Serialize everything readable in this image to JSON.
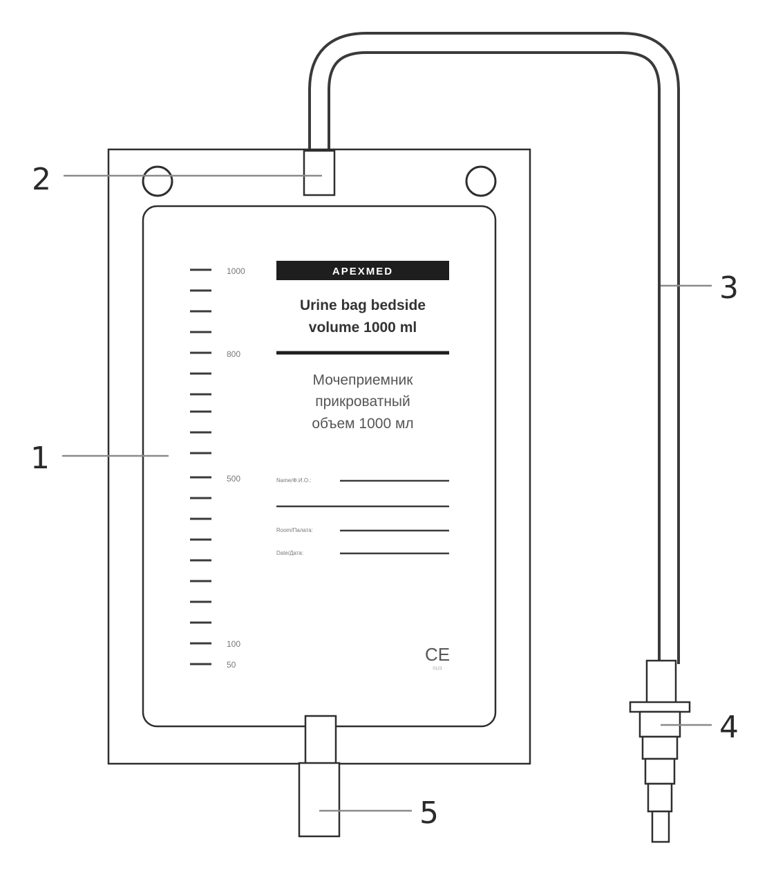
{
  "label": {
    "brand": "APEXMED",
    "title_en": [
      "Urine bag bedside",
      "volume 1000 ml"
    ],
    "title_ru": [
      "Мочеприемник",
      "прикроватный",
      "объем 1000 мл"
    ]
  },
  "scale": {
    "labels": [
      "1000",
      "800",
      "500",
      "100",
      "50"
    ]
  },
  "form_fields": [
    "Name/Ф.И.О.:",
    "Room/Палата:",
    "Date/Дата:"
  ],
  "ce_mark": "CE",
  "ce_code": "0123",
  "callouts": [
    "1",
    "2",
    "3",
    "4",
    "5"
  ]
}
